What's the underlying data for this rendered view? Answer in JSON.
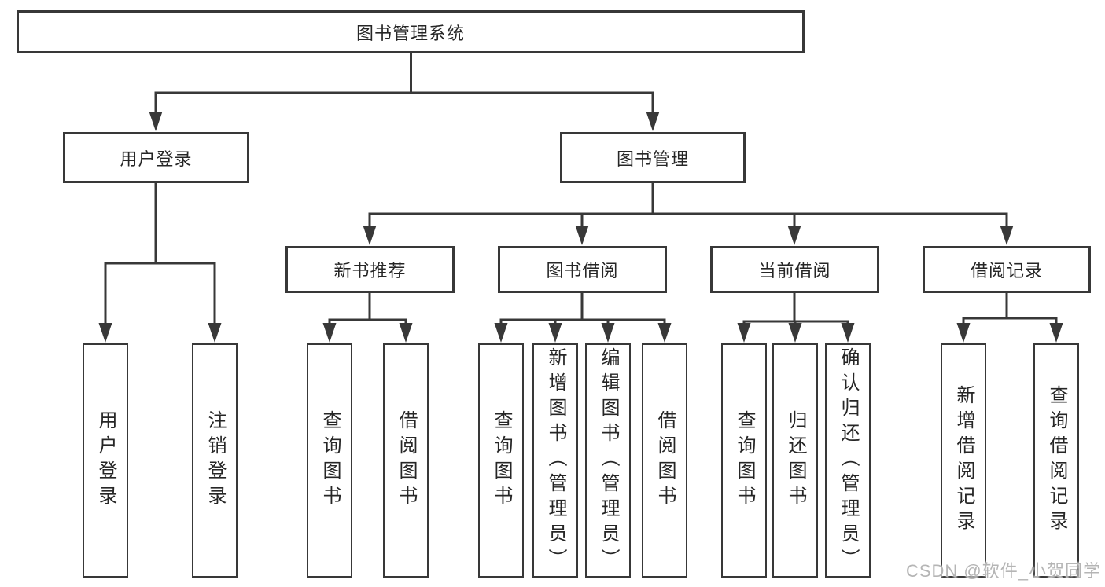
{
  "diagram": {
    "root": {
      "label": "图书管理系统"
    },
    "branches": [
      {
        "label": "用户登录",
        "children": [
          {
            "label": "用户登录"
          },
          {
            "label": "注销登录"
          }
        ]
      },
      {
        "label": "图书管理",
        "children": [
          {
            "label": "新书推荐",
            "children": [
              {
                "label": "查询图书"
              },
              {
                "label": "借阅图书"
              }
            ]
          },
          {
            "label": "图书借阅",
            "children": [
              {
                "label": "查询图书"
              },
              {
                "label": "新增图书（管理员）"
              },
              {
                "label": "编辑图书（管理员）"
              },
              {
                "label": "借阅图书"
              }
            ]
          },
          {
            "label": "当前借阅",
            "children": [
              {
                "label": "查询图书"
              },
              {
                "label": "归还图书"
              },
              {
                "label": "确认归还（管理员）"
              }
            ]
          },
          {
            "label": "借阅记录",
            "children": [
              {
                "label": "新增借阅记录"
              },
              {
                "label": "查询借阅记录"
              }
            ]
          }
        ]
      }
    ]
  },
  "watermark": {
    "text": "CSDN @软件_小贺同学"
  },
  "colors": {
    "line": "#383838",
    "text": "#262626",
    "background": "#ffffff",
    "watermark": "#b5b5b5"
  }
}
